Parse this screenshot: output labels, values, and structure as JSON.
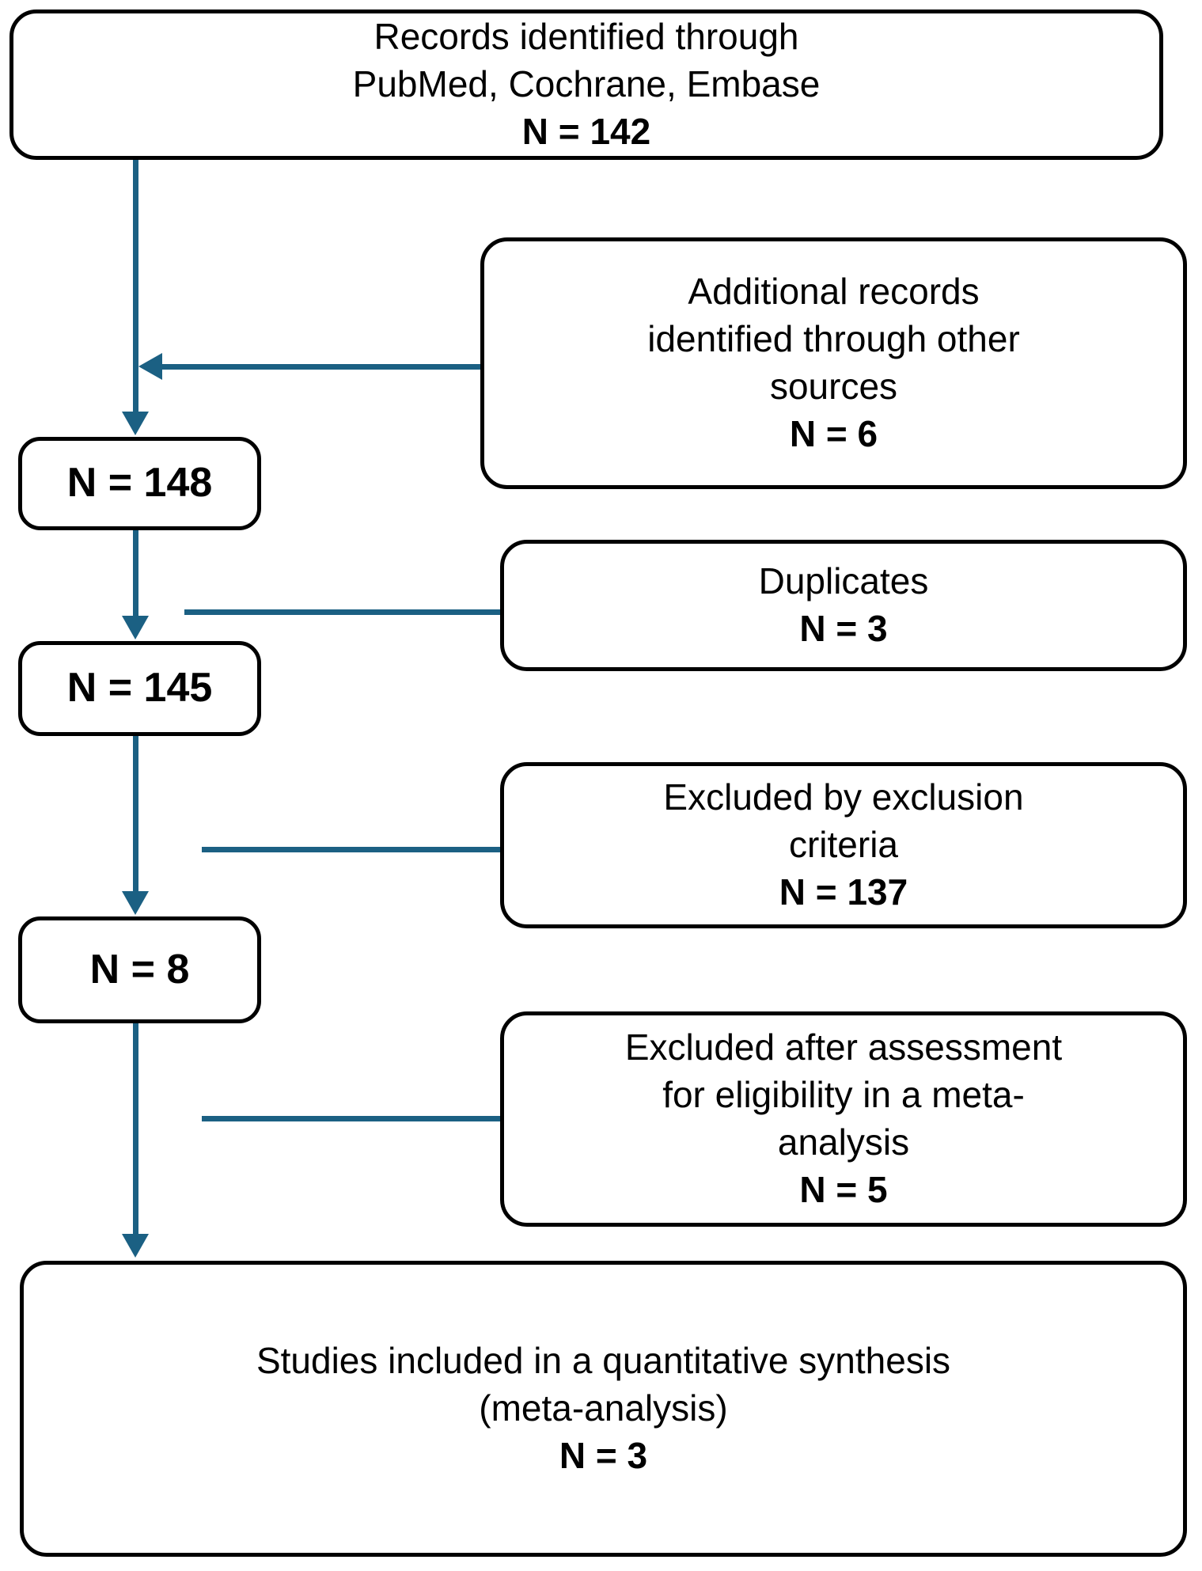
{
  "diagram": {
    "type": "prisma-flow-diagram",
    "accent_color": "#1b6083",
    "box_border_color": "#000000",
    "background_color": "#ffffff",
    "nodes": {
      "identified": {
        "line1": "Records identified through",
        "line2": "PubMed, Cochrane, Embase",
        "count": "N = 142"
      },
      "additional_sources": {
        "line1": "Additional records",
        "line2": "identified through other",
        "line3": "sources",
        "count": "N = 6"
      },
      "total_records": {
        "count": "N = 148"
      },
      "duplicates": {
        "line1": "Duplicates",
        "count": "N = 3"
      },
      "after_duplicates": {
        "count": "N = 145"
      },
      "excluded_criteria": {
        "line1": "Excluded by exclusion",
        "line2": "criteria",
        "count": "N = 137"
      },
      "full_text_assessed": {
        "count": "N = 8"
      },
      "excluded_assessment": {
        "line1": "Excluded after assessment",
        "line2": "for eligibility in a meta-",
        "line3": "analysis",
        "count": "N = 5"
      },
      "included": {
        "line1": "Studies included in a quantitative synthesis",
        "line2": "(meta-analysis)",
        "count": "N = 3"
      }
    }
  }
}
